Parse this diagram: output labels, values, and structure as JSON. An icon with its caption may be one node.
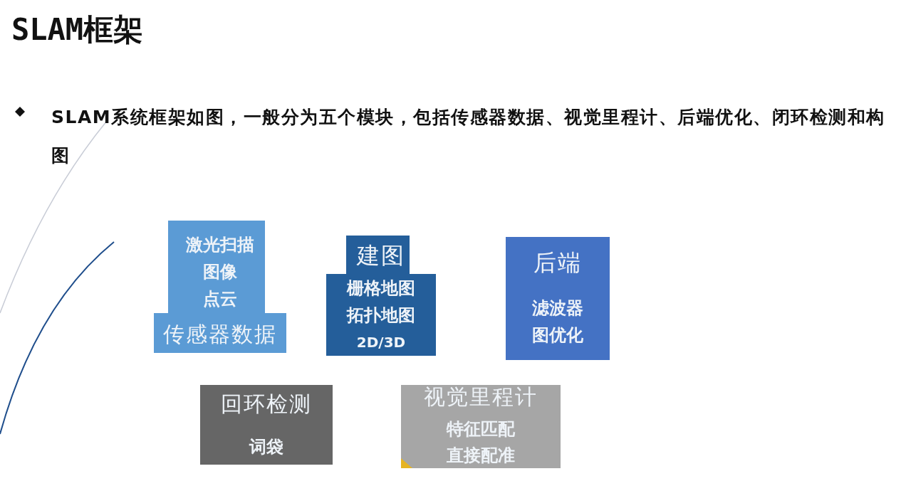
{
  "diagram": {
    "title": "SLAM框架",
    "nodes": [
      {
        "text": [
          "激光扫描",
          "图像",
          "点云",
          "传感器数据"
        ]
      },
      {
        "text": [
          "建图",
          "栅格地图",
          "拓扑地图",
          "2D/3D"
        ]
      },
      {
        "text": [
          "后端",
          "滤波器",
          "图优化"
        ]
      },
      {
        "text": [
          "回环检测",
          "词袋"
        ]
      },
      {
        "text": [
          "视觉里程计",
          "特征匹配",
          "直接配准"
        ]
      }
    ],
    "labels": [
      "SLAM系统框架如图，一般分为五个模块，包括传感器数据、视觉里程计、后端优化、闭环检测和构图"
    ]
  }
}
